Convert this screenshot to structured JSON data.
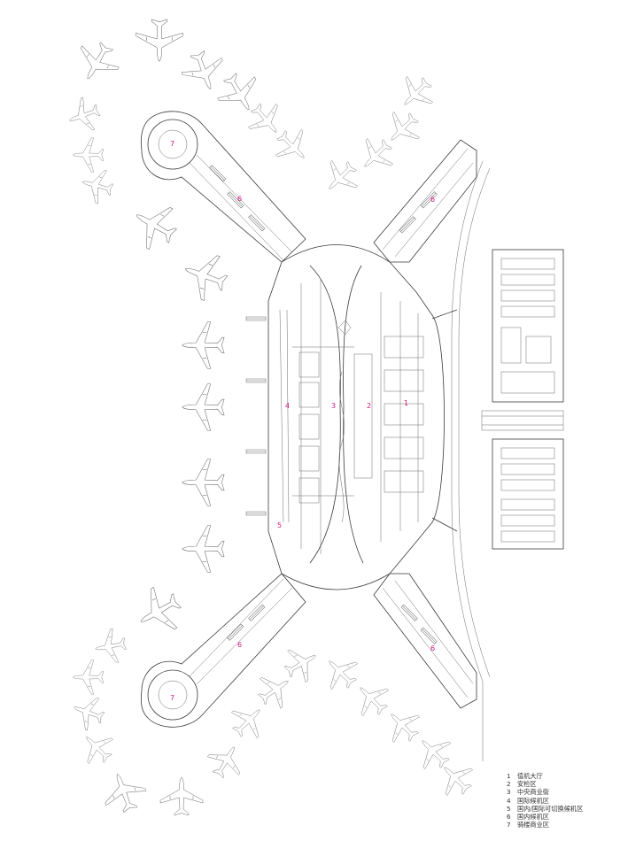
{
  "zone_labels": {
    "z1": "1",
    "z2": "2",
    "z3": "3",
    "z4": "4",
    "z5": "5",
    "z6a": "6",
    "z6b": "6",
    "z6c": "6",
    "z6d": "6",
    "z7a": "7",
    "z7b": "7"
  },
  "legend": [
    {
      "num": "1",
      "text": "值机大厅"
    },
    {
      "num": "2",
      "text": "安检区"
    },
    {
      "num": "3",
      "text": "中央商业街"
    },
    {
      "num": "4",
      "text": "国际候机区"
    },
    {
      "num": "5",
      "text": "国内/国际可切换候机区"
    },
    {
      "num": "6",
      "text": "国内候机区"
    },
    {
      "num": "7",
      "text": "骑楼商业区"
    }
  ],
  "colors": {
    "label": "#d4187c",
    "line": "#3a3a3a",
    "background": "#ffffff"
  }
}
